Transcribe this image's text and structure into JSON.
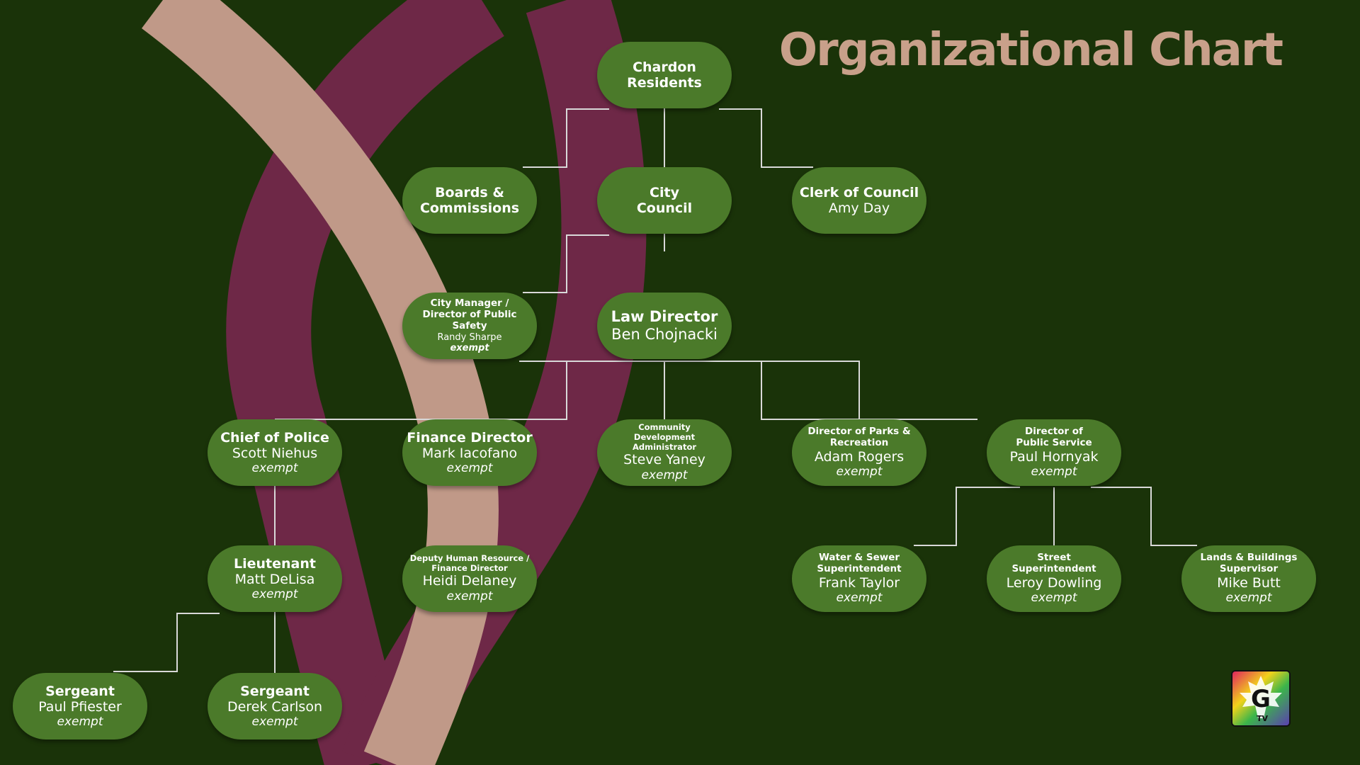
{
  "title": "Organizational Chart",
  "colors": {
    "background": "#1a3309",
    "node": "#4b7a2a",
    "title": "#c8a08a",
    "ribbon_maroon": "#6e2847",
    "ribbon_tan": "#c09988",
    "connector": "#d9d9d9"
  },
  "nodes": {
    "residents": {
      "role": "Chardon Residents"
    },
    "boards": {
      "role": "Boards & Commissions"
    },
    "council": {
      "role": "City Council"
    },
    "clerk": {
      "role": "Clerk of Council",
      "name": "Amy Day"
    },
    "manager": {
      "role": "City Manager / Director of Public Safety",
      "name": "Randy Sharpe",
      "status": "exempt"
    },
    "law": {
      "role": "Law Director",
      "name": "Ben Chojnacki"
    },
    "police": {
      "role": "Chief of Police",
      "name": "Scott Niehus",
      "status": "exempt"
    },
    "finance": {
      "role": "Finance Director",
      "name": "Mark Iacofano",
      "status": "exempt"
    },
    "community": {
      "role": "Community Development Administrator",
      "name": "Steve Yaney",
      "status": "exempt"
    },
    "parks": {
      "role": "Director of Parks & Recreation",
      "name": "Adam Rogers",
      "status": "exempt"
    },
    "publicservice": {
      "role": "Director of Public Service",
      "name": "Paul Hornyak",
      "status": "exempt"
    },
    "lieutenant": {
      "role": "Lieutenant",
      "name": "Matt DeLisa",
      "status": "exempt"
    },
    "deputyhr": {
      "role": "Deputy Human Resource / Finance Director",
      "name": "Heidi Delaney",
      "status": "exempt"
    },
    "water": {
      "role": "Water & Sewer Superintendent",
      "name": "Frank Taylor",
      "status": "exempt"
    },
    "street": {
      "role": "Street Superintendent",
      "name": "Leroy Dowling",
      "status": "exempt"
    },
    "lands": {
      "role": "Lands & Buildings Supervisor",
      "name": "Mike Butt",
      "status": "exempt"
    },
    "sergeant1": {
      "role": "Sergeant",
      "name": "Paul Pfiester",
      "status": "exempt"
    },
    "sergeant2": {
      "role": "Sergeant",
      "name": "Derek Carlson",
      "status": "exempt"
    }
  },
  "logo": {
    "icon": "maple-leaf-g-tv-logo",
    "letter": "G",
    "sub": "TV"
  }
}
